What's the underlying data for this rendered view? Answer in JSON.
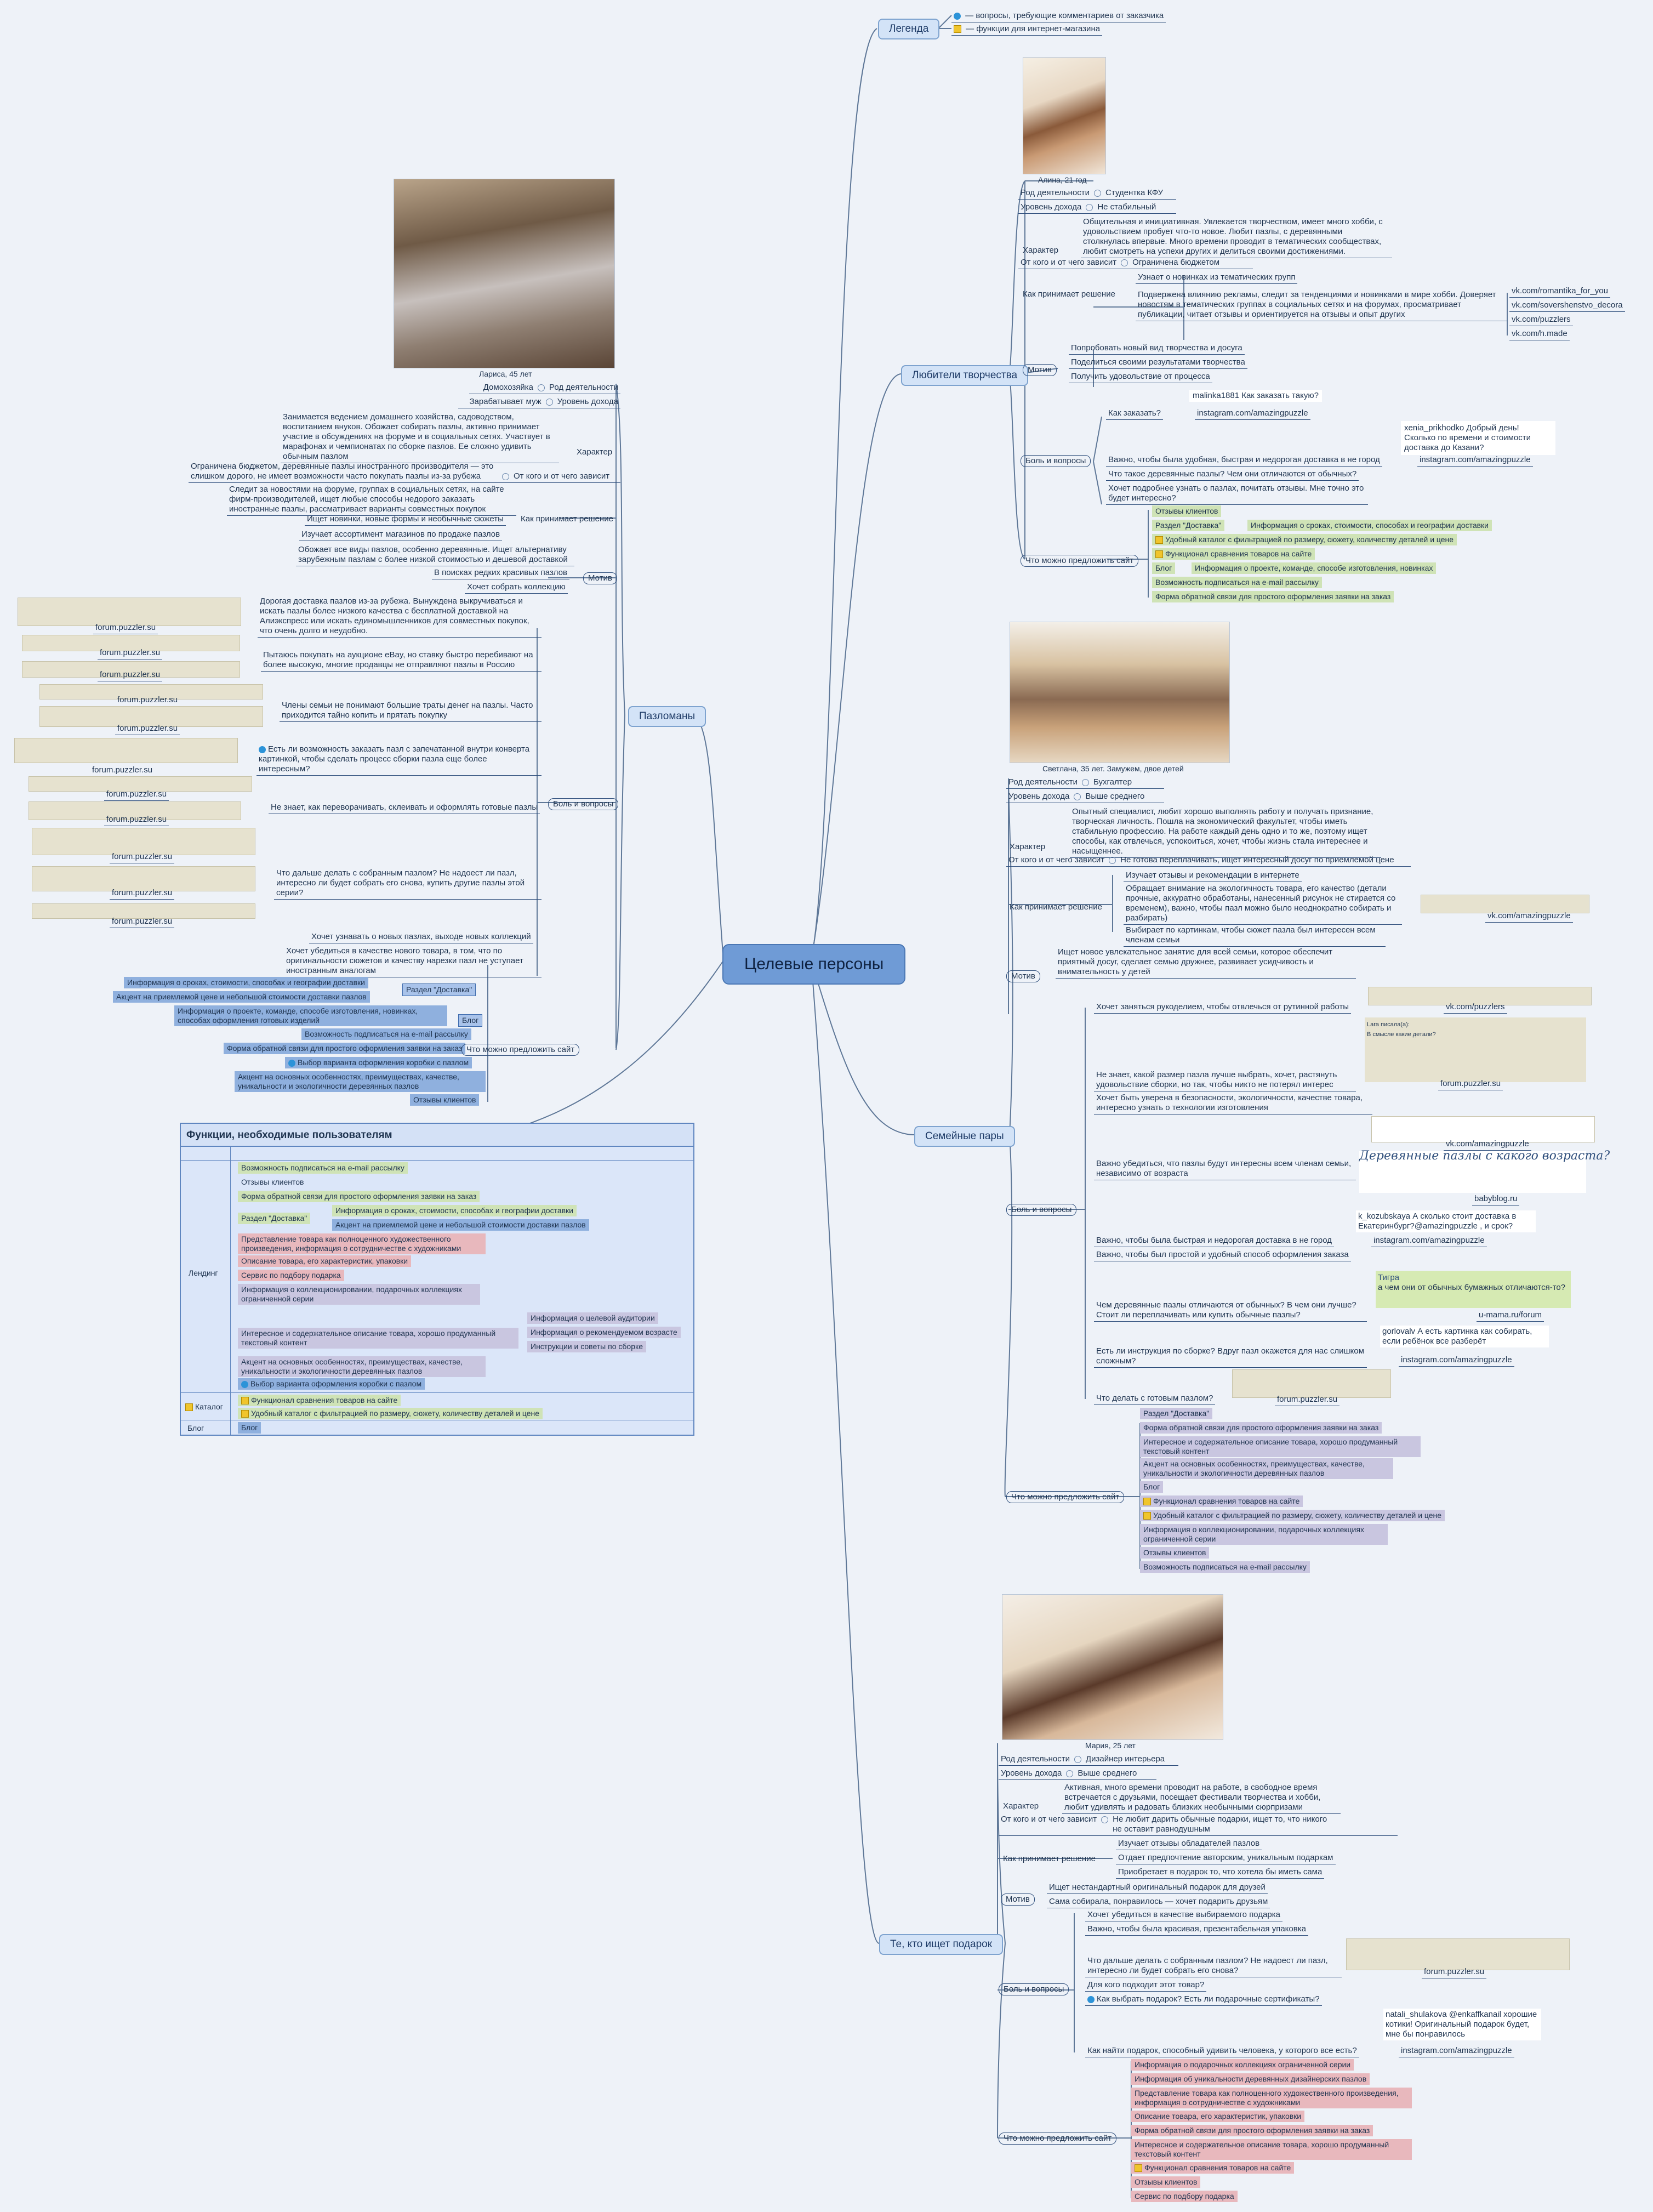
{
  "center": {
    "label": "Целевые персоны"
  },
  "legend": {
    "label": "Легенда",
    "items": [
      "— вопросы, требующие комментариев от заказчика",
      "— функции для интернет-магазина"
    ]
  },
  "p1": {
    "topic": "Любители творчества",
    "caption": "Алина, 21 год",
    "role_label": "Род деятельности",
    "role_value": "Студентка КФУ",
    "income_label": "Уровень дохода",
    "income_value": "Не стабильный",
    "character_label": "Характер",
    "character_value": "Общительная и инициативная. Увлекается творчеством, имеет много хобби, с удовольствием пробует что-то новое. Любит пазлы, с деревянными столкнулась впервые. Много времени проводит в тематических сообществах, любит смотреть на успехи других и делиться своими достижениями.",
    "depends_label": "От кого и от чего зависит",
    "depends_value": "Ограничена бюджетом",
    "decision_label": "Как принимает решение",
    "decision_values": [
      "Узнает о новинках из тематических групп",
      "Подвержена влиянию рекламы, следит за тенденциями и новинками в мире хобби. Доверяет новостям в тематических группах в социальных сетях и на форумах, просматривает публикации, читает отзывы и ориентируется на отзывы и опыт других"
    ],
    "links": [
      "vk.com/romantika_for_you",
      "vk.com/sovershenstvo_decora",
      "vk.com/puzzlers",
      "vk.com/h.made"
    ],
    "motive_label": "Мотив",
    "motives": [
      "Попробовать новый вид творчества и досуга",
      "Поделиться своими результатами творчества",
      "Получить удовольствие от процесса"
    ],
    "pain_label": "Боль и вопросы",
    "pains": [
      "Как заказать?",
      "Важно, чтобы была удобная, быстрая и недорогая доставка в не город",
      "Что такое деревянные пазлы? Чем они отличаются от обычных?",
      "Хочет подробнее узнать о пазлах, почитать отзывы. Мне точно это будет интересно?"
    ],
    "pain_sources": [
      "instagram.com/amazingpuzzle",
      "instagram.com/amazingpuzzle"
    ],
    "quotes": [
      "malinka1881 Как заказать такую?",
      "xenia_prikhodko Добрый день! Сколько по времени и стоимости доставка до Казани?"
    ],
    "offer_label": "Что можно предложить сайт",
    "offers": [
      "Отзывы клиентов",
      "Раздел \"Доставка\"",
      "Информация о сроках, стоимости, способах и географии доставки",
      "Удобный каталог с фильтрацией по размеру, сюжету, количеству деталей и цене",
      "Функционал сравнения товаров на сайте",
      "Блог",
      "Информация о проекте, команде, способе изготовления, новинках",
      "Возможность подписаться на e-mail рассылку",
      "Форма обратной связи для простого оформления заявки на заказ"
    ]
  },
  "p2": {
    "topic": "Пазломаны",
    "caption": "Лариса, 45 лет",
    "role_label": "Род деятельности",
    "role_value": "Домохозяйка",
    "income_label": "Уровень дохода",
    "income_value": "Зарабатывает муж",
    "character_label": "Характер",
    "character_value": "Занимается ведением домашнего хозяйства, садоводством, воспитанием внуков. Обожает собирать пазлы, активно принимает участие в обсуждениях на форуме и в социальных сетях. Участвует в марафонах и чемпионатах по сборке пазлов. Ее сложно удивить обычным пазлом",
    "depends_label": "От кого и от чего зависит",
    "depends_value": "Ограничена бюджетом, деревянные пазлы иностранного производителя — это слишком дорого, не имеет возможности часто покупать пазлы из-за рубежа",
    "decision_label": "Как принимает решение",
    "decision_values": [
      "Следит за новостями на форуме, группах в социальных сетях, на сайте фирм-производителей, ищет любые способы недорого заказать иностранные пазлы, рассматривает варианты совместных покупок",
      "Ищет новинки, новые формы и необычные сюжеты",
      "Изучает ассортимент магазинов по продаже пазлов"
    ],
    "motive_label": "Мотив",
    "motives": [
      "Обожает все виды пазлов, особенно деревянные. Ищет альтернативу зарубежным пазлам с более низкой стоимостью и дешевой доставкой",
      "В поисках редких красивых пазлов",
      "Хочет собрать коллекцию"
    ],
    "pain_label": "Боль и вопросы",
    "pains": [
      "Дорогая доставка пазлов из-за рубежа. Вынуждена выкручиваться и искать пазлы более низкого качества с бесплатной доставкой на Алиэкспресс или искать единомышленников для совместных покупок, что очень долго и неудобно.",
      "Пытаюсь покупать на аукционе eBay, но ставку быстро перебивают на более высокую, многие продавцы не отправляют пазлы в Россию",
      "Члены семьи не понимают большие траты денег на пазлы. Часто приходится тайно копить и прятать покупку",
      "Есть ли возможность заказать пазл с запечатанной внутри конверта картинкой, чтобы сделать процесс сборки пазла еще более интересным?",
      "Не знает, как переворачивать, склеивать и оформлять готовые пазлы",
      "Что дальше делать с собранным пазлом? Не надоест ли пазл, интересно ли будет собрать его снова, купить другие пазлы этой серии?",
      "Хочет узнавать о новых пазлах, выходе новых коллекций",
      "Хочет убедиться в качестве нового товара, в том, что по оригинальности сюжетов и качеству нарезки пазл не уступает иностранным аналогам"
    ],
    "sources": [
      "forum.puzzler.su",
      "forum.puzzler.su",
      "forum.puzzler.su",
      "forum.puzzler.su",
      "forum.puzzler.su",
      "forum.puzzler.su",
      "forum.puzzler.su",
      "forum.puzzler.su",
      "forum.puzzler.su",
      "forum.puzzler.su"
    ],
    "offer_label": "Что можно предложить сайт",
    "offers": [
      "Информация о сроках, стоимости, способах и географии доставки",
      "Раздел \"Доставка\"",
      "Акцент на приемлемой цене и небольшой стоимости доставки пазлов",
      "Информация о проекте, команде, способе изготовления, новинках, способах оформления готовых изделий",
      "Блог",
      "Возможность подписаться на e-mail рассылку",
      "Форма обратной связи для простого оформления заявки на заказ",
      "Выбор варианта оформления коробки с пазлом",
      "Акцент на основных особенностях, преимуществах, качестве, уникальности и экологичности деревянных пазлов",
      "Отзывы клиентов"
    ]
  },
  "functions": {
    "title": "Функции, необходимые пользователям",
    "landing_label": "Лендинг",
    "catalog_label": "Каталог",
    "blog_label": "Блог",
    "rows": [
      "Возможность подписаться на e-mail рассылку",
      "Отзывы клиентов",
      "Форма обратной связи для простого оформления заявки на заказ",
      "Раздел \"Доставка\"",
      "Информация о сроках, стоимости, способах и географии доставки",
      "Акцент на приемлемой цене и небольшой стоимости доставки пазлов",
      "Представление товара как полноценного художественного произведения, информация о сотрудничестве с художниками",
      "Описание товара, его характеристик, упаковки",
      "Сервис по подбору подарка",
      "Информация о коллекционировании, подарочных коллекциях ограниченной серии",
      "Интересное и содержательное описание товара, хорошо продуманный текстовый контент",
      "Информация о целевой аудитории",
      "Информация о рекомендуемом возрасте",
      "Инструкции и советы по сборке",
      "Акцент на основных особенностях, преимуществах, качестве, уникальности и экологичности деревянных пазлов",
      "Выбор варианта оформления коробки с пазлом",
      "Функционал сравнения товаров на сайте",
      "Удобный каталог с фильтрацией по размеру, сюжету, количеству деталей и цене",
      "Блог"
    ]
  },
  "p3": {
    "topic": "Семейные пары",
    "caption": "Светлана, 35 лет. Замужем, двое детей",
    "role_label": "Род деятельности",
    "role_value": "Бухгалтер",
    "income_label": "Уровень дохода",
    "income_value": "Выше среднего",
    "character_label": "Характер",
    "character_value": "Опытный специалист, любит хорошо выполнять работу и получать признание, творческая личность. Пошла на экономический факультет, чтобы иметь стабильную профессию. На работе каждый день одно и то же, поэтому ищет способы, как отвлечься, успокоиться, хочет, чтобы жизнь стала интереснее и насыщеннее.",
    "depends_label": "От кого и от чего зависит",
    "depends_value": "Не готова переплачивать, ищет интересный досуг по приемлемой цене",
    "decision_label": "Как принимает решение",
    "decision_values": [
      "Изучает отзывы и рекомендации в интернете",
      "Обращает внимание на экологичность товара, его качество (детали прочные, аккуратно обработаны, нанесенный рисунок не стирается со временем), важно, чтобы пазл можно было неоднократно собирать и разбирать)",
      "Выбирает по картинкам, чтобы сюжет пазла был интересен всем членам семьи"
    ],
    "decision_link": "vk.com/amazingpuzzle",
    "motive_label": "Мотив",
    "motive": "Ищет новое увлекательное занятие для всей семьи, которое обеспечит приятный досуг, сделает семью дружнее, развивает усидчивость и внимательность у детей",
    "pain_label": "Боль и вопросы",
    "pains": [
      "Хочет заняться рукоделием, чтобы отвлечься от рутинной работы",
      "Не знает, какой размер пазла лучше выбрать, хочет, растянуть удовольствие сборки, но так, чтобы никто не потерял интерес",
      "Хочет быть уверена в безопасности, экологичности, качестве товара, интересно узнать о технологии изготовления",
      "Важно убедиться, что пазлы будут интересны всем членам семьи, независимо от возраста",
      "Важно, чтобы была быстрая и недорогая доставка в не город",
      "Важно, чтобы был простой и удобный способ оформления заказа",
      "Чем деревянные пазлы отличаются от обычных? В чем они лучше? Стоит ли переплачивать или купить обычные пазлы?",
      "Есть ли инструкция по сборке? Вдруг пазл окажется для нас слишком сложным?",
      "Что делать с готовым пазлом?"
    ],
    "sources": [
      "vk.com/puzzlers",
      "forum.puzzler.su",
      "vk.com/amazingpuzzle",
      "babyblog.ru",
      "instagram.com/amazingpuzzle",
      "u-mama.ru/forum",
      "instagram.com/amazingpuzzle",
      "forum.puzzler.su"
    ],
    "quotes": [
      "Lara писала(а):",
      "В смысле какие детали?",
      "Деревянные пазлы с какого возраста?",
      "k_kozubskaya А сколько стоит доставка в Екатеринбург?@amazingpuzzle , и срок?",
      "Тигра",
      "а чем они от обычных бумажных отличаются-то?",
      "gorlovalv А есть картинка как собирать, если ребёнок все разберёт"
    ],
    "offer_label": "Что можно предложить сайт",
    "offers": [
      "Раздел \"Доставка\"",
      "Форма обратной связи для простого оформления заявки на заказ",
      "Интересное и содержательное описание товара, хорошо продуманный текстовый контент",
      "Акцент на основных особенностях, преимуществах, качестве, уникальности и экологичности деревянных пазлов",
      "Блог",
      "Функционал сравнения товаров на сайте",
      "Удобный каталог с фильтрацией по размеру, сюжету, количеству деталей и цене",
      "Информация о коллекционировании, подарочных коллекциях ограниченной серии",
      "Отзывы клиентов",
      "Возможность подписаться на e-mail рассылку"
    ]
  },
  "p4": {
    "topic": "Те, кто ищет подарок",
    "caption": "Мария, 25 лет",
    "role_label": "Род деятельности",
    "role_value": "Дизайнер интерьера",
    "income_label": "Уровень дохода",
    "income_value": "Выше среднего",
    "character_label": "Характер",
    "character_value": "Активная, много времени проводит на работе, в свободное время встречается с друзьями, посещает фестивали творчества и хобби, любит удивлять и радовать близких необычными сюрпризами",
    "depends_label": "От кого и от чего зависит",
    "depends_value": "Не любит дарить обычные подарки, ищет то, что никого не оставит равнодушным",
    "decision_label": "Как принимает решение",
    "decision_values": [
      "Изучает отзывы обладателей пазлов",
      "Отдает предпочтение авторским, уникальным подаркам",
      "Приобретает в подарок то, что хотела бы иметь сама"
    ],
    "motive_label": "Мотив",
    "motives": [
      "Ищет нестандартный оригинальный подарок для друзей",
      "Сама собирала, понравилось — хочет подарить друзьям"
    ],
    "pain_label": "Боль и вопросы",
    "pains": [
      "Хочет убедиться в качестве выбираемого подарка",
      "Важно, чтобы была красивая, презентабельная упаковка",
      "Что дальше делать с собранным пазлом? Не надоест ли пазл, интересно ли будет собрать его снова?",
      "Для кого подходит этот товар?",
      "Как выбрать подарок? Есть ли подарочные сертификаты?",
      "Как найти подарок, способный удивить человека, у которого все есть?"
    ],
    "sources": [
      "forum.puzzler.su",
      "instagram.com/amazingpuzzle"
    ],
    "quote": "natali_shulakova @enkaffkanail хорошие котики! Оригинальный подарок будет, мне бы понравилось",
    "offer_label": "Что можно предложить сайт",
    "offers": [
      "Информация о подарочных коллекциях ограниченной серии",
      "Информация об уникальности деревянных дизайнерских пазлов",
      "Представление товара как полноценного художественного произведения, информация о сотрудничестве с художниками",
      "Описание товара, его характеристик, упаковки",
      "Форма обратной связи для простого оформления заявки на заказ",
      "Интересное и содержательное описание товара, хорошо продуманный текстовый контент",
      "Функционал сравнения товаров на сайте",
      "Отзывы клиентов",
      "Сервис по подбору подарка"
    ]
  },
  "colors": {
    "background": "#eef2f8",
    "center": "#6f9bd6",
    "topic": "#d3e3f7",
    "line": "#5f7898",
    "green": "#cfe3b6",
    "blue": "#8fb0de",
    "lavender": "#c9c6e0",
    "pink": "#e8b8bd"
  },
  "icons": [
    "question-icon",
    "shopping-icon",
    "link-icon",
    "note-icon"
  ]
}
